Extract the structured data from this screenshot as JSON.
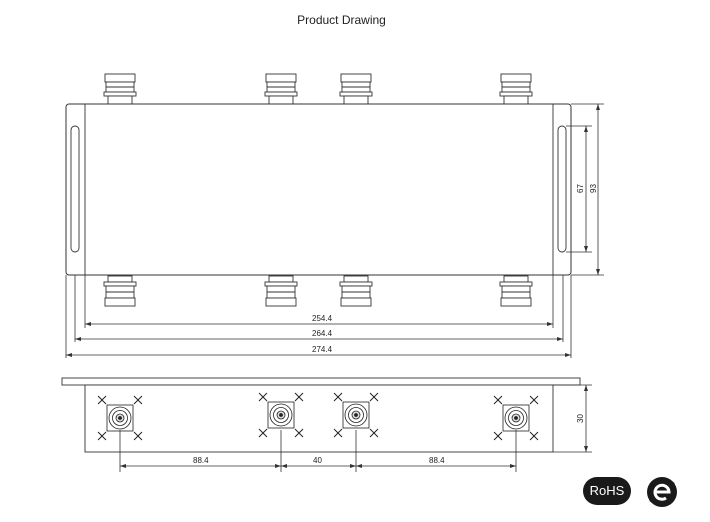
{
  "page": {
    "title": "Product Drawing"
  },
  "dimensions": {
    "top_view": {
      "inner_length": "254.4",
      "middle_length": "264.4",
      "overall_length": "274.4",
      "mount_height": "67",
      "body_height": "93"
    },
    "side_view": {
      "spacing_left": "88.4",
      "spacing_middle": "40",
      "spacing_right": "88.4",
      "height": "30"
    }
  },
  "badges": {
    "rohs": "RoHS",
    "ce_icon": "e-compliance-icon"
  }
}
